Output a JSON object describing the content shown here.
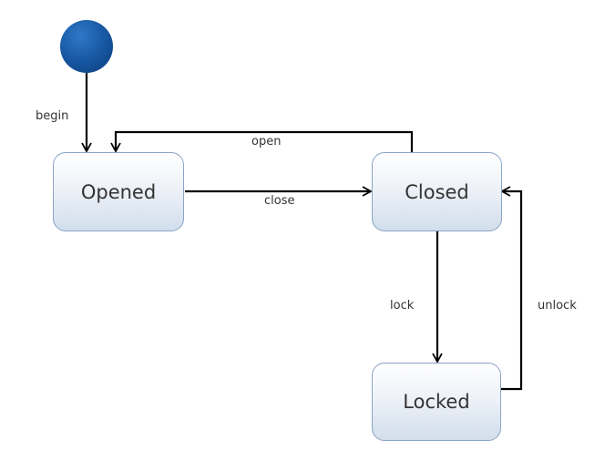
{
  "diagram": {
    "initial_state": {
      "name": "initial-node"
    },
    "states": [
      {
        "id": "opened",
        "label": "Opened"
      },
      {
        "id": "closed",
        "label": "Closed"
      },
      {
        "id": "locked",
        "label": "Locked"
      }
    ],
    "transitions": [
      {
        "from": "initial",
        "to": "opened",
        "label": "begin"
      },
      {
        "from": "opened",
        "to": "closed",
        "label": "close"
      },
      {
        "from": "closed",
        "to": "opened",
        "label": "open"
      },
      {
        "from": "closed",
        "to": "locked",
        "label": "lock"
      },
      {
        "from": "locked",
        "to": "closed",
        "label": "unlock"
      }
    ],
    "colors": {
      "initial_fill": "#16559f",
      "state_border": "#8aa4c4",
      "state_fill_bottom": "#d2deec",
      "edge": "#000000",
      "text": "#333333"
    }
  }
}
